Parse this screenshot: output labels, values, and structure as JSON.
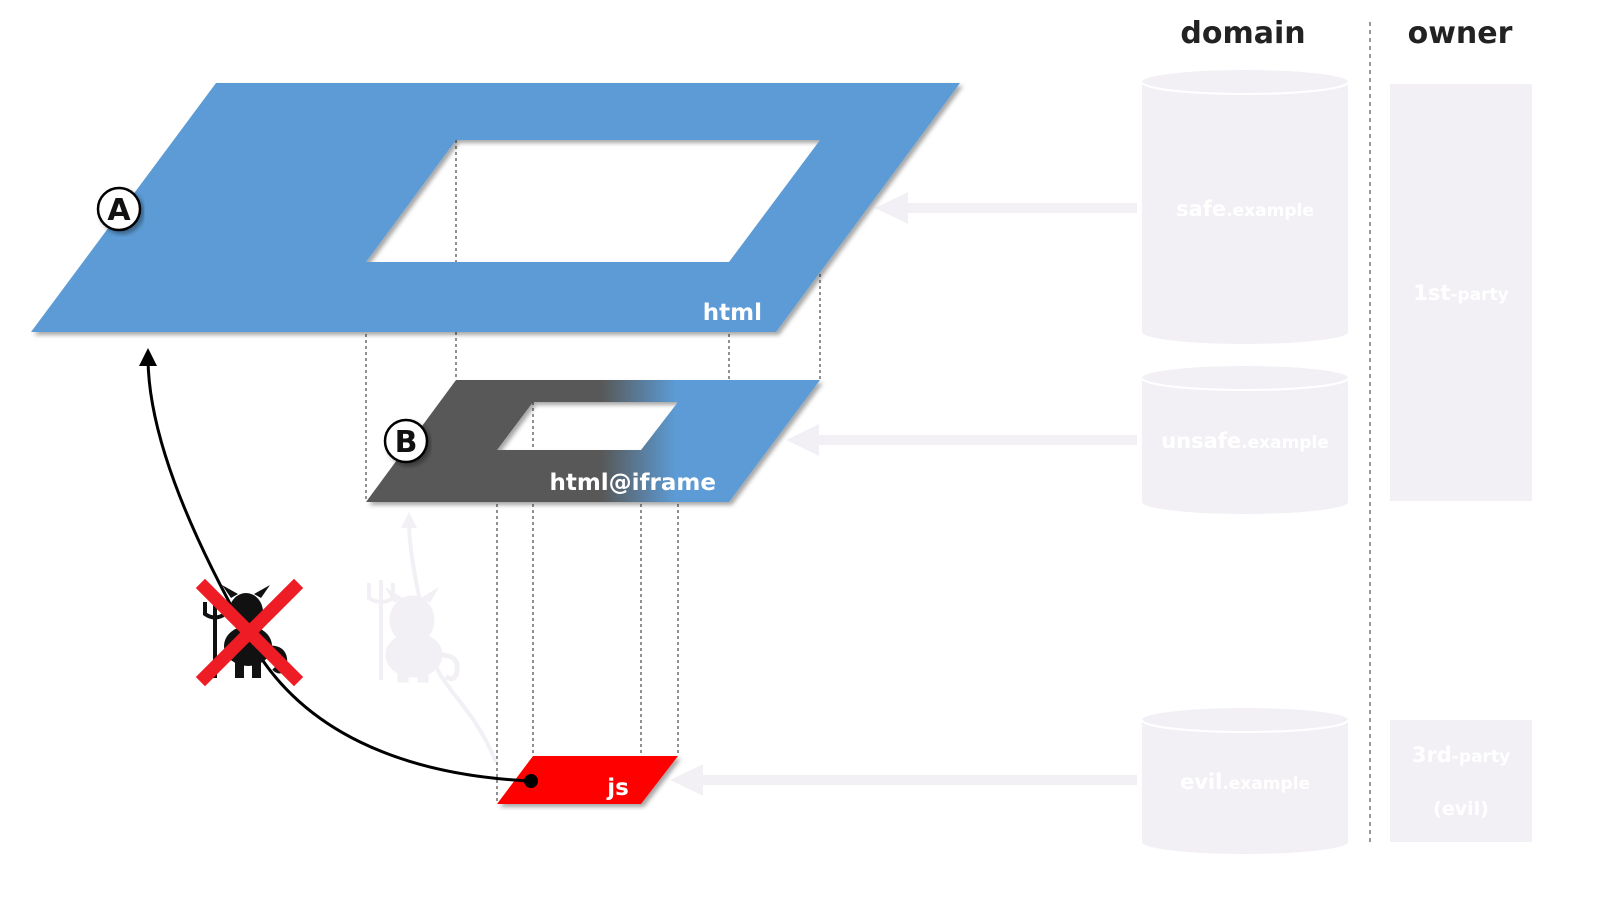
{
  "headers": {
    "domain": "domain",
    "owner": "owner"
  },
  "layers": {
    "top": {
      "label": "html",
      "marker": "A"
    },
    "middle": {
      "label": "html@iframe",
      "marker": "B"
    },
    "bottom": {
      "label": "js"
    }
  },
  "domains": {
    "safe": {
      "main": "safe",
      "suffix": ".example"
    },
    "unsafe": {
      "main": "unsafe",
      "suffix": ".example"
    },
    "evil": {
      "main": "evil",
      "suffix": ".example"
    }
  },
  "owners": {
    "first": {
      "main": "1st",
      "suffix": "-party"
    },
    "third": {
      "main": "3rd",
      "suffix": "-party",
      "note": "(evil)"
    }
  },
  "colors": {
    "blue": "#5b9bd5",
    "dark": "#595959",
    "red": "#ff0000",
    "faded_panel": "#f2f0f5",
    "cross": "#ee1c25"
  }
}
